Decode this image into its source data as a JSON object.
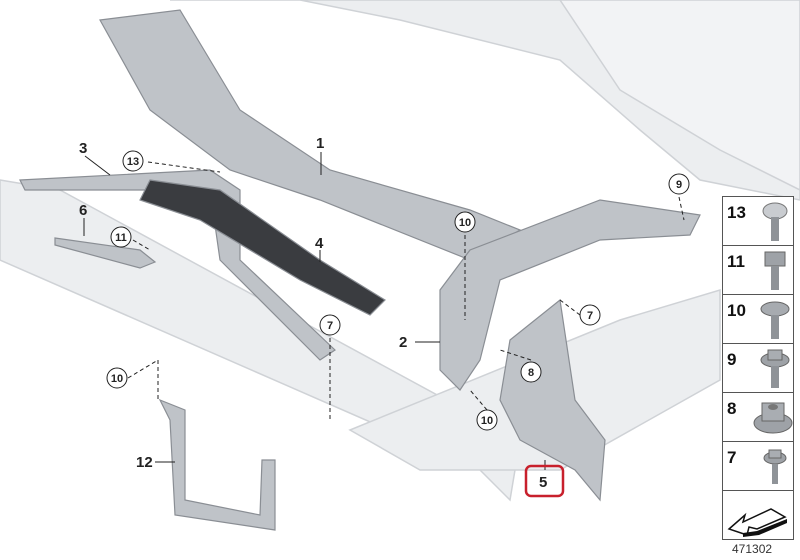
{
  "diagram_number": "471302",
  "highlighted_part": "5",
  "colors": {
    "highlight": "#c8202c",
    "part": "#b8bcc2",
    "body": "#e6e7ea"
  },
  "labels": {
    "p1": "1",
    "p2": "2",
    "p3": "3",
    "p4": "4",
    "p5": "5",
    "p6": "6",
    "p12": "12"
  },
  "callouts": [
    "13",
    "11",
    "7",
    "10",
    "10",
    "10",
    "9",
    "7",
    "8"
  ],
  "fasteners": [
    {
      "number": "13",
      "icon": "pan-head-screw-icon"
    },
    {
      "number": "11",
      "icon": "hex-bolt-icon"
    },
    {
      "number": "10",
      "icon": "torx-washer-screw-icon"
    },
    {
      "number": "9",
      "icon": "hex-flange-screw-icon"
    },
    {
      "number": "8",
      "icon": "flange-nut-icon"
    },
    {
      "number": "7",
      "icon": "hex-flange-bolt-icon"
    }
  ]
}
